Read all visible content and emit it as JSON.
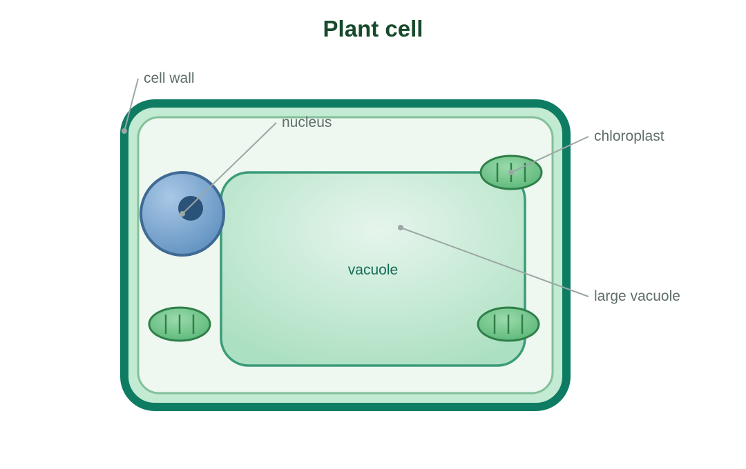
{
  "title": "Plant cell",
  "labels": {
    "cell_wall": "cell wall",
    "nucleus": "nucleus",
    "chloroplast": "chloroplast",
    "large_vacuole": "large vacuole",
    "vacuole": "vacuole"
  },
  "colors": {
    "cell_wall": "#0e7c63",
    "membrane_fill": "#c3ead2",
    "cytoplasm": "#eef7f0",
    "cytoplasm_border": "#82c09a",
    "vacuole_border": "#3a9c78",
    "nucleus": "#6f9dc9",
    "nucleus_border": "#3f6a94",
    "nucleolus": "#2b5278",
    "chloroplast": "#6cc48a",
    "chloroplast_border": "#2f7f48"
  }
}
